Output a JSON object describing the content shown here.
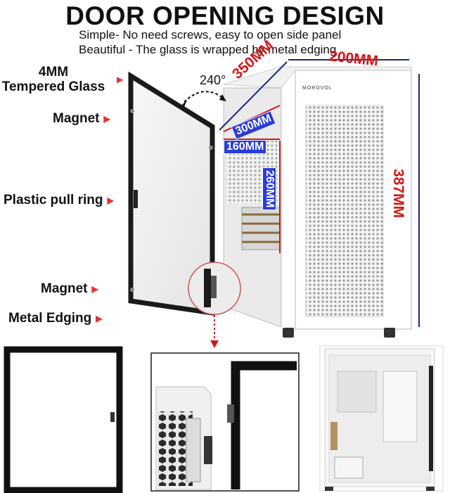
{
  "title": "DOOR OPENING DESIGN",
  "subtitle_lines": [
    "Simple- No need screws, easy to open side panel",
    "Beautiful - The glass is wrapped by metal edging"
  ],
  "callouts": {
    "tempered_line1": "4MM",
    "tempered_line2": "Tempered Glass",
    "magnet_top": "Magnet",
    "pull_ring": "Plastic pull ring",
    "magnet_bottom": "Magnet",
    "metal_edging": "Metal Edging"
  },
  "dimensions": {
    "depth": "350MM",
    "width": "200MM",
    "height": "387MM",
    "gpu_length": "300MM",
    "cooler_height": "160MM",
    "psu_length": "260MM"
  },
  "door_angle": "240°",
  "brand": "MOROVOL",
  "colors": {
    "accent_red": "#d41818",
    "arrow_red": "#e53030",
    "dim_blue": "#2a3cd8",
    "line_navy": "#1c2a7a"
  }
}
